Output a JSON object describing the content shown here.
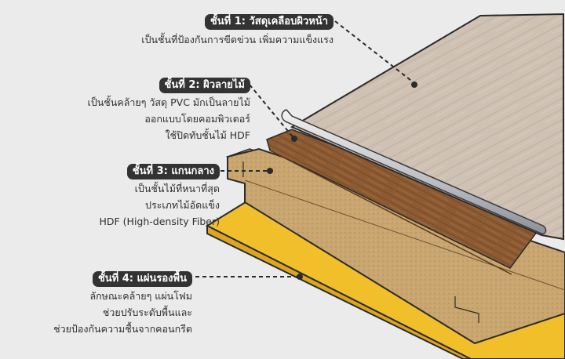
{
  "title": "โครงสร้างพื้นไม้ลามิเนต / SPC 4 ชั้น",
  "colors": {
    "background": "#ebebeb",
    "label_pill": "#333333",
    "layer1_surface": "#cdbfb1",
    "layer2_wood": "#8a5a34",
    "layer3_core": "#d1b07a",
    "layer4_underlay": "#efbf2c",
    "outline": "#2b2b2b"
  },
  "layers": [
    {
      "id": 1,
      "label": "ชั้นที่ 1: วัสดุเคลือบผิวหน้า",
      "description": [
        "เป็นชั้นที่ป้องกันการขีดข่วน เพิ่มความแข็งแรง"
      ]
    },
    {
      "id": 2,
      "label": "ชั้นที่ 2: ผิวลายไม้",
      "description": [
        "เป็นชั้นคล้ายๆ วัสดุ PVC มักเป็นลายไม้",
        "ออกแบบโดยคอมพิวเตอร์",
        "ใช้ปิดทับชั้นไม้ HDF"
      ]
    },
    {
      "id": 3,
      "label": "ชั้นที่ 3: แกนกลาง",
      "description": [
        "เป็นชั้นไม้ที่หนาที่สุด",
        "ประเภทไม้อัดแข็ง",
        "HDF (High-density Fiber)"
      ]
    },
    {
      "id": 4,
      "label": "ชั้นที่ 4: แผ่นรองพื้น",
      "description": [
        "ลักษณะคล้ายๆ แผ่นโฟม",
        "ช่วยปรับระดับพื้นและ",
        "ช่วยป้องกันความชื้นจากคอนกรีต"
      ]
    }
  ]
}
